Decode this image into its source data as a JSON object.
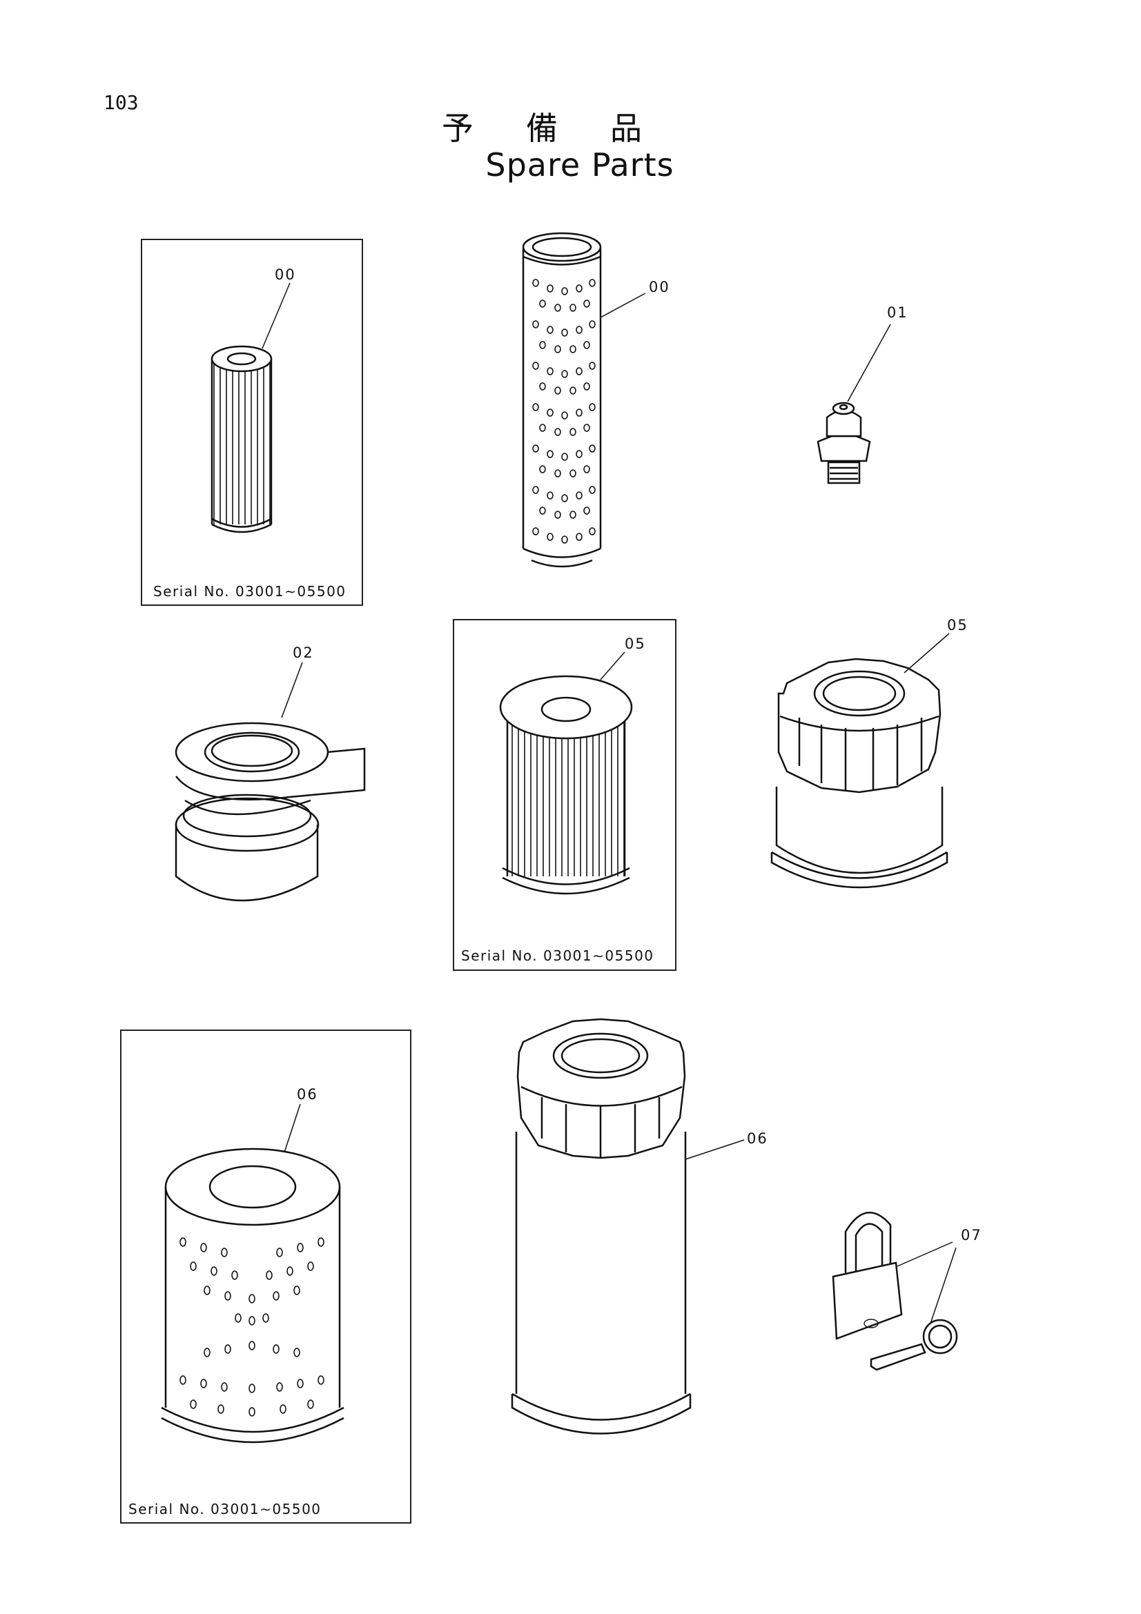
{
  "page_number": "103",
  "title_jp": "予備品",
  "title_en": "Spare Parts",
  "serial_notes": {
    "frame_00": "Serial  No. 03001∼05500",
    "frame_05": "Serial No. 03001∼05500",
    "frame_06": "Serial No.  03001∼05500"
  },
  "callouts": {
    "filter_small_00": "00",
    "filter_perforated_00": "00",
    "grease_nipple_01": "01",
    "element_02": "02",
    "element_05": "05",
    "spin_on_filter_05": "05",
    "element_06": "06",
    "spin_on_filter_06": "06",
    "padlock_key_07": "07"
  },
  "colors": {
    "ink": "#111111",
    "paper": "#ffffff"
  }
}
